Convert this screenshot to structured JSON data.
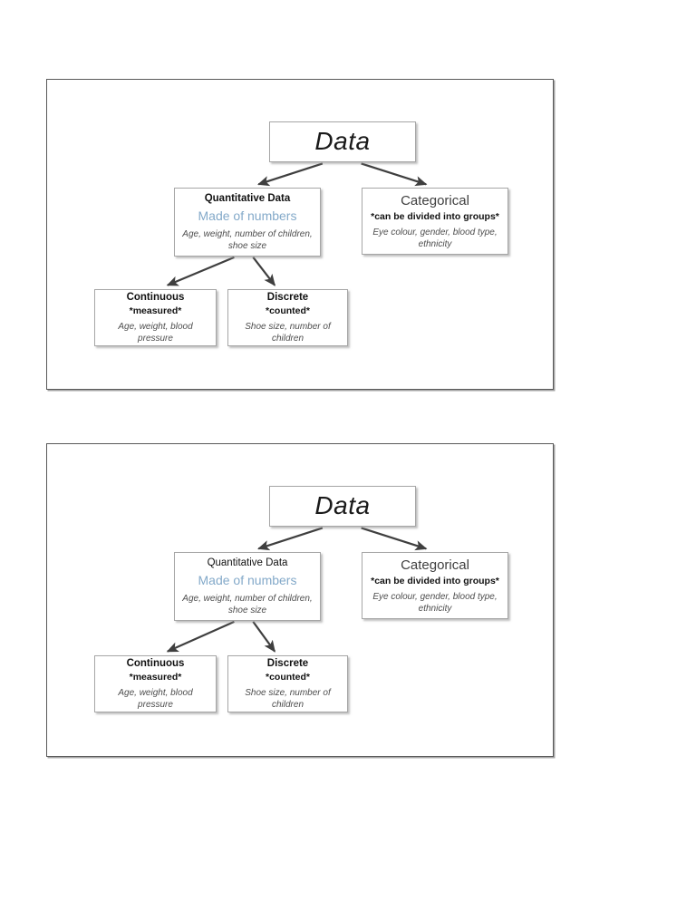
{
  "page": {
    "background": "#ffffff",
    "accent_blue": "#83a9c9",
    "frame_color": "#595959",
    "box_border_color": "#a6a6a6",
    "arrow_color": "#3f3f3f"
  },
  "diagrams": [
    {
      "id": "diagram-top",
      "root": {
        "label": "Data"
      },
      "nodes": {
        "quantitative": {
          "title": "Quantitative Data",
          "title_weight": "bold",
          "subtitle": "Made of numbers",
          "subtitle_color": "#83a9c9",
          "examples": "Age, weight, number of children, shoe size"
        },
        "categorical": {
          "title": "Categorical",
          "subtitle": "*can be divided into groups*",
          "examples": "Eye colour, gender, blood type, ethnicity"
        },
        "continuous": {
          "title": "Continuous",
          "subtitle": "*measured*",
          "examples": "Age, weight, blood pressure"
        },
        "discrete": {
          "title": "Discrete",
          "subtitle": "*counted*",
          "examples": "Shoe size, number of children"
        }
      },
      "edges": [
        {
          "from": "Data",
          "to": "Quantitative Data"
        },
        {
          "from": "Data",
          "to": "Categorical"
        },
        {
          "from": "Quantitative Data",
          "to": "Continuous"
        },
        {
          "from": "Quantitative Data",
          "to": "Discrete"
        }
      ]
    },
    {
      "id": "diagram-bottom",
      "root": {
        "label": "Data"
      },
      "nodes": {
        "quantitative": {
          "title": "Quantitative Data",
          "title_weight": "regular",
          "subtitle": "Made of numbers",
          "subtitle_color": "#83a9c9",
          "examples": "Age, weight, number of children, shoe size"
        },
        "categorical": {
          "title": "Categorical",
          "subtitle": "*can be divided into groups*",
          "examples": "Eye colour, gender, blood type, ethnicity"
        },
        "continuous": {
          "title": "Continuous",
          "subtitle": "*measured*",
          "examples": "Age, weight, blood pressure"
        },
        "discrete": {
          "title": "Discrete",
          "subtitle": "*counted*",
          "examples": "Shoe size, number of children"
        }
      },
      "edges": [
        {
          "from": "Data",
          "to": "Quantitative Data"
        },
        {
          "from": "Data",
          "to": "Categorical"
        },
        {
          "from": "Quantitative Data",
          "to": "Continuous"
        },
        {
          "from": "Quantitative Data",
          "to": "Discrete"
        }
      ]
    }
  ]
}
